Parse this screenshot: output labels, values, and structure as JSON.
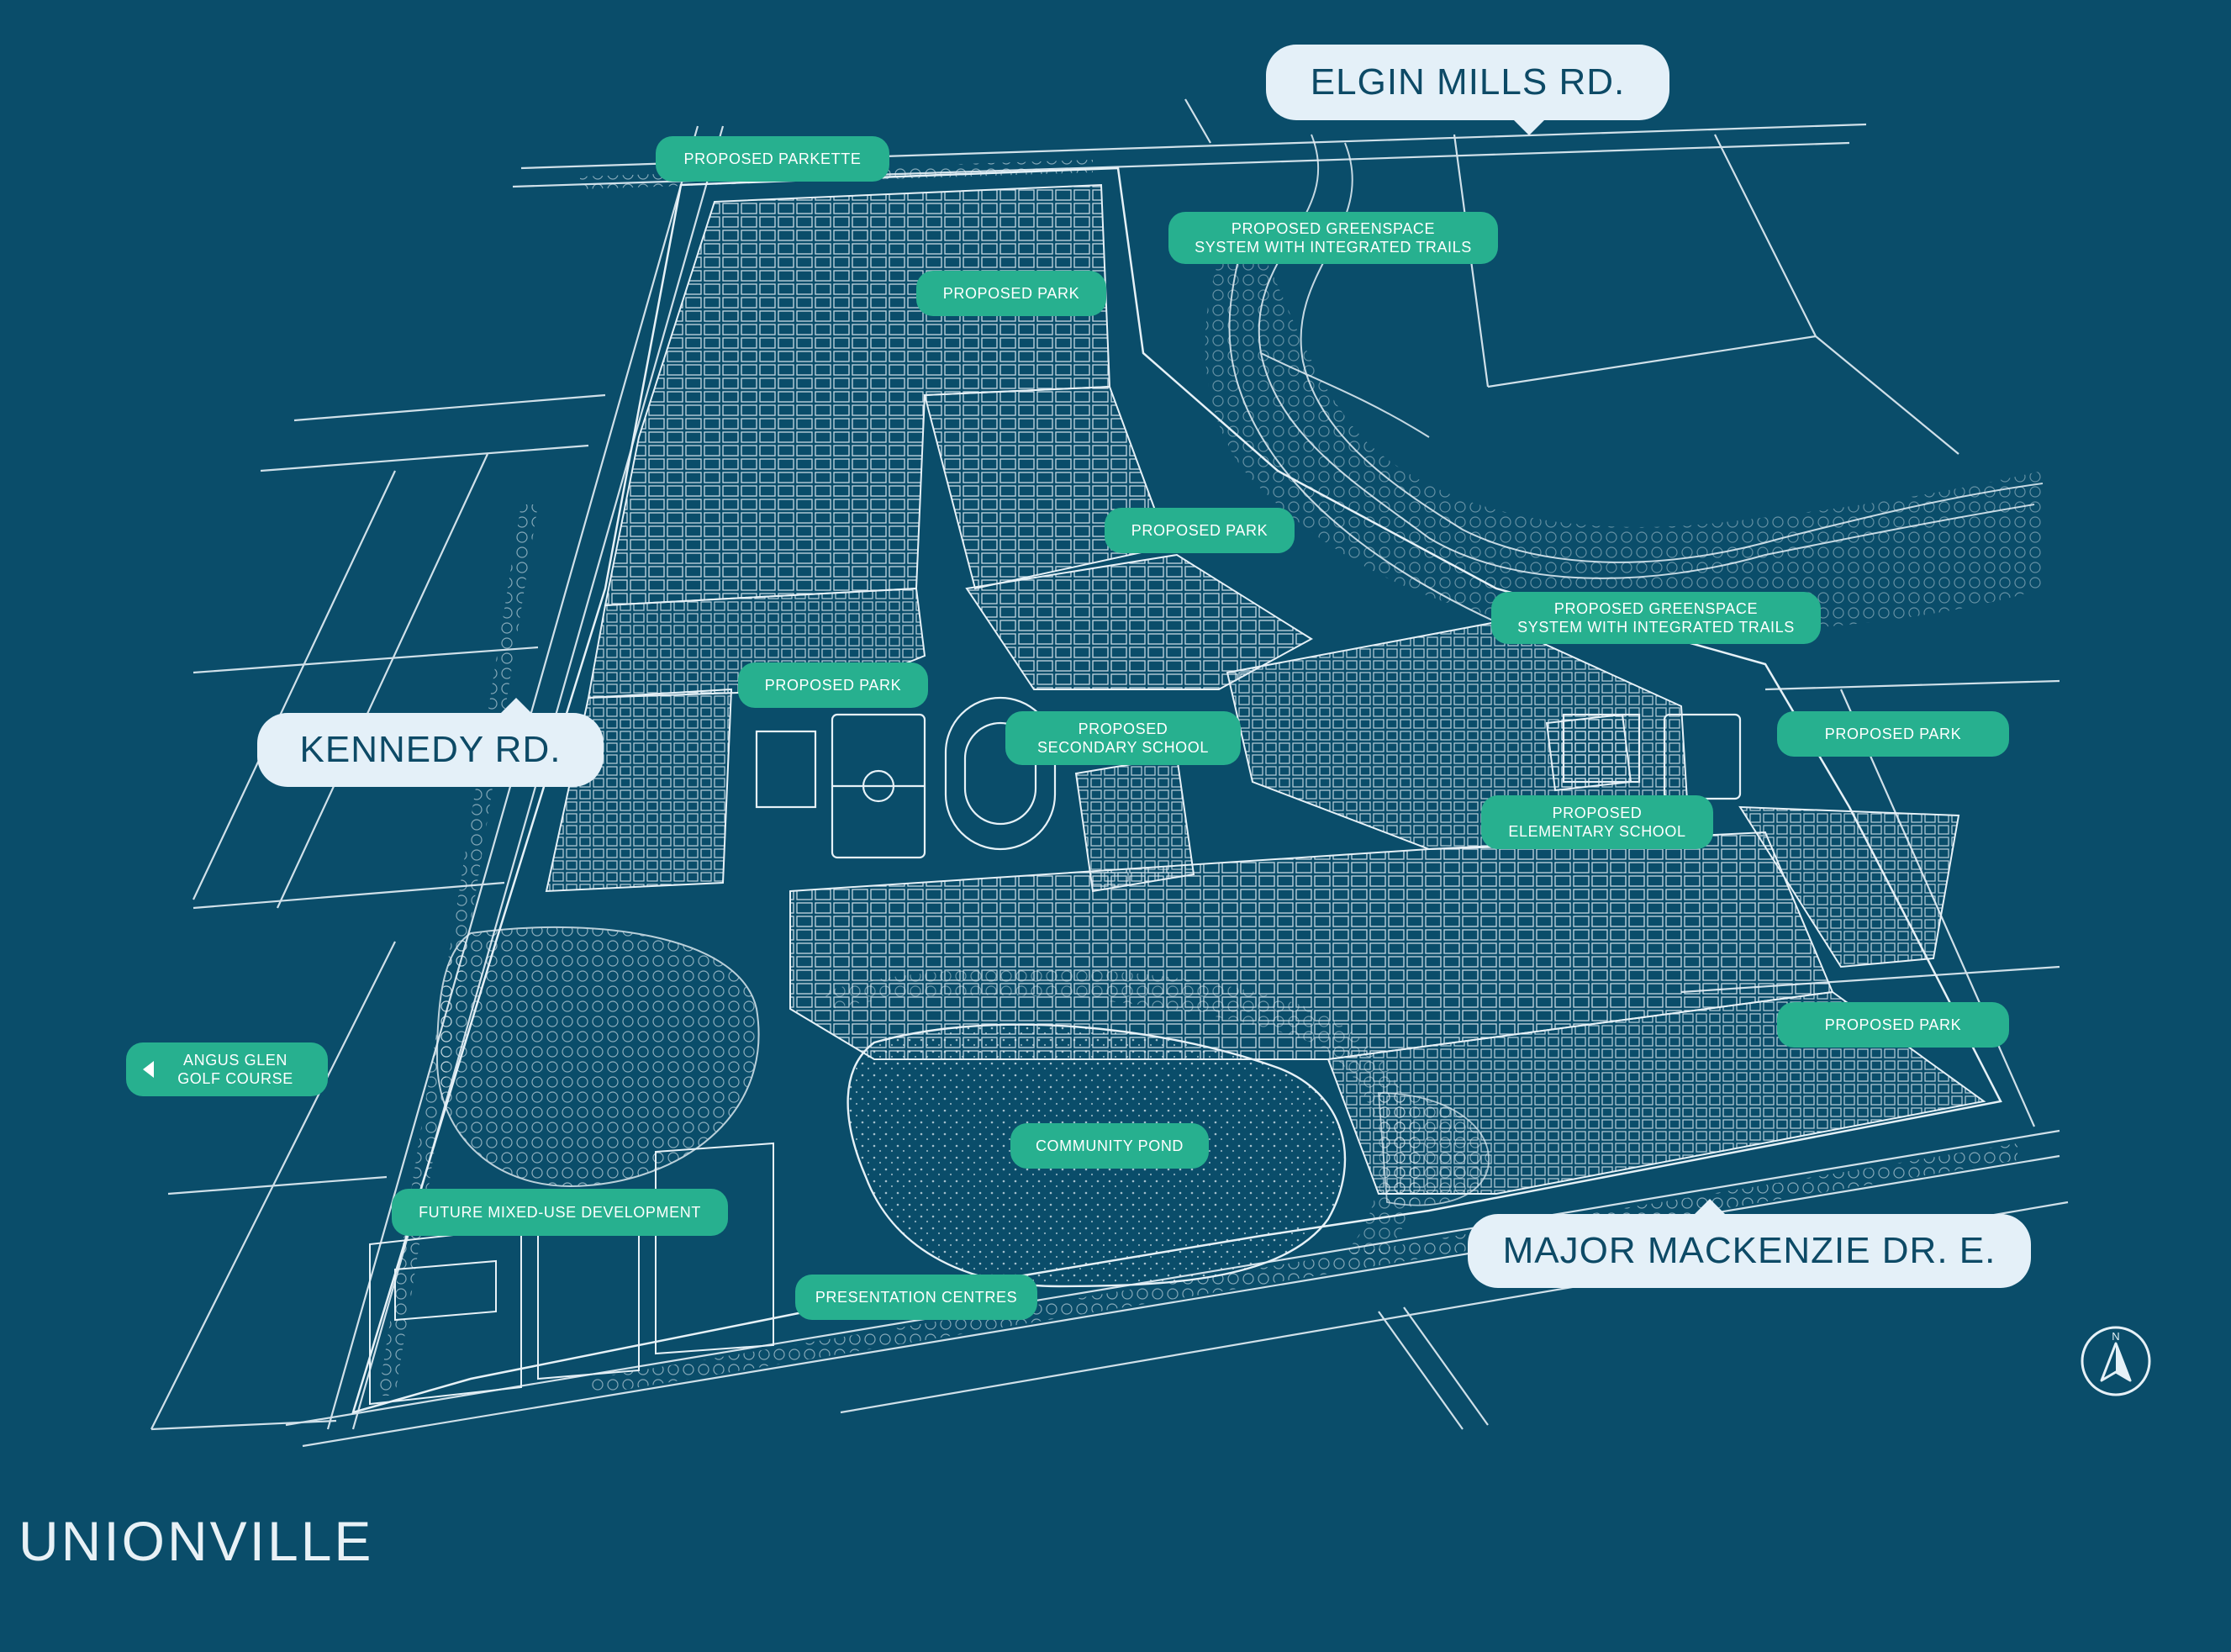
{
  "roads": {
    "elgin": "ELGIN MILLS RD.",
    "kennedy": "KENNEDY RD.",
    "major_mackenzie": "MAJOR MACKENZIE DR. E."
  },
  "tags": {
    "parkette": "PROPOSED PARKETTE",
    "greenspace_north": "PROPOSED GREENSPACE\nSYSTEM WITH INTEGRATED TRAILS",
    "park_north": "PROPOSED PARK",
    "park_center": "PROPOSED PARK",
    "greenspace_east": "PROPOSED GREENSPACE\nSYSTEM WITH INTEGRATED TRAILS",
    "park_west": "PROPOSED PARK",
    "secondary_school": "PROPOSED\nSECONDARY SCHOOL",
    "park_east": "PROPOSED PARK",
    "elementary_school": "PROPOSED\nELEMENTARY SCHOOL",
    "park_southeast": "PROPOSED PARK",
    "golf_course": "ANGUS GLEN\nGOLF COURSE",
    "community_pond": "COMMUNITY POND",
    "mixed_use": "FUTURE MIXED-USE DEVELOPMENT",
    "presentation_centres": "PRESENTATION CENTRES"
  },
  "area_name": "UNIONVILLE",
  "compass_letter": "N",
  "colors": {
    "background": "#0a4d6a",
    "sketch": "#e6f1f7",
    "tag": "#27b08f",
    "road_label_bg": "#e4f0f8",
    "road_label_text": "#0d4a66"
  },
  "icons": {
    "compass": "north-arrow-compass-icon",
    "golf_arrow": "triangle-left-icon"
  }
}
